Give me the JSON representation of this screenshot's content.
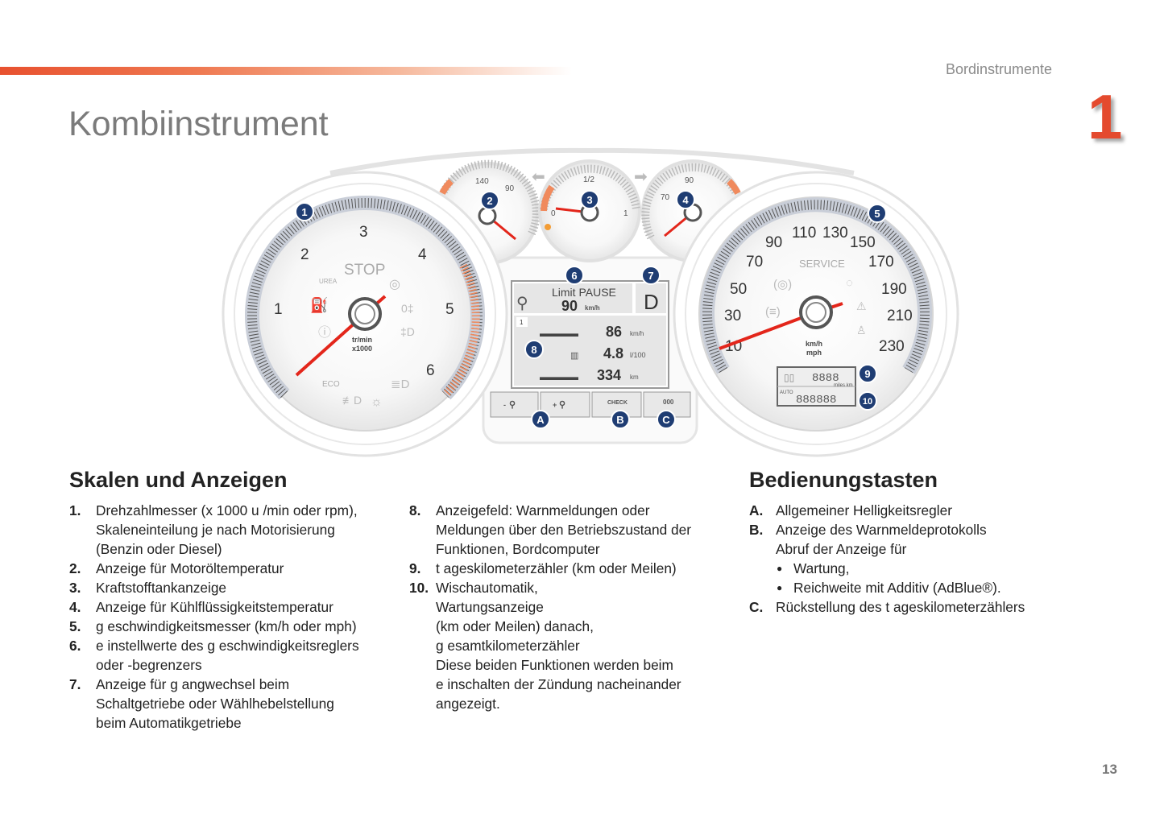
{
  "header": {
    "section": "Bordinstrumente",
    "chapter": "1"
  },
  "page_title": "Kombiinstrument",
  "cluster": {
    "tach_labels": [
      "1",
      "2",
      "3",
      "4",
      "5",
      "6"
    ],
    "tach_stop": "STOP",
    "tach_unit1": "tr/min",
    "tach_unit2": "x1000",
    "urea": "UREA",
    "eco": "ECO",
    "temp_labels": [
      "140",
      "90"
    ],
    "fuel_labels": [
      "1/2",
      "0",
      "1"
    ],
    "coolant_labels": [
      "70",
      "90"
    ],
    "speed_labels": [
      "10",
      "30",
      "50",
      "70",
      "90",
      "110",
      "130",
      "150",
      "170",
      "190",
      "210",
      "230"
    ],
    "service": "SERVICE",
    "speed_unit1": "km/h",
    "speed_unit2": "mph",
    "odo_top": "8888",
    "odo_bottom": "888888",
    "odo_units": "miles km",
    "auto": "AUTO",
    "display": {
      "limit": "Limit PAUSE",
      "limit_value": "90",
      "limit_unit": "km/h",
      "gear": "D",
      "page": "1",
      "rows": [
        {
          "value": "86",
          "unit": "km/h"
        },
        {
          "value": "4.8",
          "unit": "l/100"
        },
        {
          "value": "334",
          "unit": "km"
        }
      ]
    },
    "buttons": [
      "-",
      "+",
      "CHECK",
      "000"
    ],
    "callouts": [
      "1",
      "2",
      "3",
      "4",
      "5",
      "6",
      "7",
      "8",
      "9",
      "10",
      "A",
      "B",
      "C"
    ]
  },
  "left": {
    "heading": "Skalen und Anzeigen",
    "items": [
      {
        "num": "1.",
        "lines": [
          "Drehzahlmesser (x 1000 u /min oder rpm),",
          "Skaleneinteilung je nach Motorisierung",
          "(Benzin oder Diesel)"
        ]
      },
      {
        "num": "2.",
        "lines": [
          "Anzeige für Motoröltemperatur"
        ]
      },
      {
        "num": "3.",
        "lines": [
          "Kraftstofftankanzeige"
        ]
      },
      {
        "num": "4.",
        "lines": [
          "Anzeige für Kühlflüssigkeitstemperatur"
        ]
      },
      {
        "num": "5.",
        "lines": [
          "g eschwindigkeitsmesser (km/h oder mph)"
        ]
      },
      {
        "num": "6.",
        "lines": [
          "e instellwerte des g eschwindigkeitsreglers",
          "oder -begrenzers"
        ]
      },
      {
        "num": "7.",
        "lines": [
          "Anzeige für g angwechsel beim",
          "Schaltgetriebe oder Wählhebelstellung",
          "beim Automatikgetriebe"
        ]
      }
    ]
  },
  "middle": {
    "items": [
      {
        "num": "8.",
        "lines": [
          "Anzeigefeld: Warnmeldungen oder",
          "Meldungen über den Betriebszustand der",
          "Funktionen, Bordcomputer"
        ]
      },
      {
        "num": "9.",
        "lines": [
          "t ageskilometerzähler (km oder Meilen)"
        ]
      },
      {
        "num": "10.",
        "lines": [
          "Wischautomatik,",
          "Wartungsanzeige",
          "(km oder Meilen) danach,",
          "g esamtkilometerzähler",
          "Diese beiden Funktionen werden beim",
          "e inschalten der Zündung nacheinander",
          "angezeigt."
        ]
      }
    ]
  },
  "right": {
    "heading": "Bedienungstasten",
    "items": [
      {
        "num": "A.",
        "lines": [
          "Allgemeiner Helligkeitsregler"
        ]
      },
      {
        "num": "B.",
        "lines": [
          "Anzeige des Warnmeldeprotokolls",
          "Abruf der Anzeige für"
        ]
      },
      {
        "num": "C.",
        "lines": [
          "Rückstellung des t ageskilometerzählers"
        ]
      }
    ],
    "bullets": [
      "Wartung,",
      "Reichweite mit Additiv (AdBlue®)."
    ],
    "bullet_char": "●"
  },
  "page_number": "13",
  "colors": {
    "accent": "#e44a2e",
    "needle": "#e3261b",
    "callout": "#1f3d73"
  }
}
